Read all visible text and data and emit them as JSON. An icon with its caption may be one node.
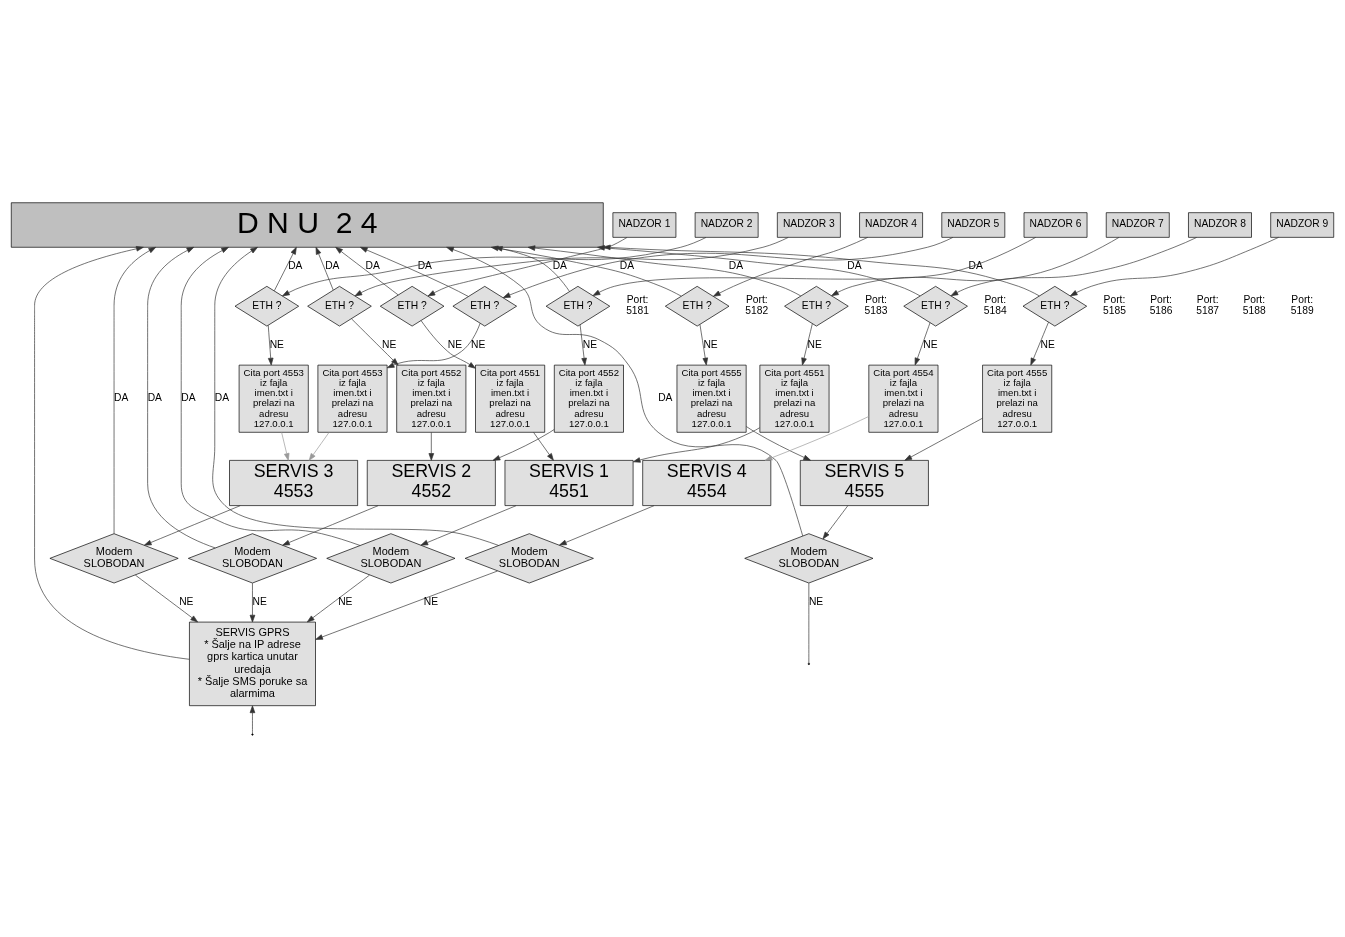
{
  "diagram": {
    "nodes": [
      {
        "text": [
          "D N U  2 4"
        ]
      },
      {
        "text": [
          "NADZOR 1"
        ]
      },
      {
        "text": [
          "NADZOR 2"
        ]
      },
      {
        "text": [
          "NADZOR 3"
        ]
      },
      {
        "text": [
          "NADZOR 4"
        ]
      },
      {
        "text": [
          "NADZOR 5"
        ]
      },
      {
        "text": [
          "NADZOR 6"
        ]
      },
      {
        "text": [
          "NADZOR 7"
        ]
      },
      {
        "text": [
          "NADZOR 8"
        ]
      },
      {
        "text": [
          "NADZOR 9"
        ]
      },
      {
        "text": [
          "ETH ?"
        ]
      },
      {
        "text": [
          "ETH ?"
        ]
      },
      {
        "text": [
          "ETH ?"
        ]
      },
      {
        "text": [
          "ETH ?"
        ]
      },
      {
        "text": [
          "ETH ?"
        ]
      },
      {
        "text": [
          "ETH ?"
        ]
      },
      {
        "text": [
          "ETH ?"
        ]
      },
      {
        "text": [
          "ETH ?"
        ]
      },
      {
        "text": [
          "ETH ?"
        ]
      },
      {
        "text": [
          "Cita port 4551 iz fajla imen.txt i prelazi na adresu 127.0.0.1"
        ]
      },
      {
        "text": [
          "Cita port 4553 iz fajla imen.txt i prelazi na adresu 127.0.0.1"
        ]
      },
      {
        "text": [
          "Cita port 4552 iz fajla imen.txt i prelazi na adresu 127.0.0.1"
        ]
      },
      {
        "text": [
          "Cita port 4555 iz fajla imen.txt i prelazi na adresu 127.0.0.1"
        ]
      },
      {
        "text": [
          "Cita port 4553 iz fajla imen.txt i prelazi na adresu 127.0.0.1"
        ]
      },
      {
        "text": [
          "Cita port 4552 iz fajla imen.txt i prelazi na adresu 127.0.0.1"
        ]
      },
      {
        "text": [
          "Cita port 4551 iz fajla imen.txt i prelazi na adresu 127.0.0.1"
        ]
      },
      {
        "text": [
          "Cita port 4554 iz fajla imen.txt i prelazi na adresu 127.0.0.1"
        ]
      },
      {
        "text": [
          "Cita port 4555 iz fajla imen.txt i prelazi na adresu 127.0.0.1"
        ]
      },
      {
        "text": [
          "SERVIS 1 4551"
        ]
      },
      {
        "text": [
          "SERVIS 2 4552"
        ]
      },
      {
        "text": [
          "SERVIS 3 4553"
        ]
      },
      {
        "text": [
          "SERVIS 4 4554"
        ]
      },
      {
        "text": [
          "SERVIS 5 4555"
        ]
      },
      {
        "text": [
          "Modem SLOBODAN"
        ]
      },
      {
        "text": [
          "Modem SLOBODAN"
        ]
      },
      {
        "text": [
          "Modem SLOBODAN"
        ]
      },
      {
        "text": [
          "Modem SLOBODAN"
        ]
      },
      {
        "text": [
          "Modem SLOBODAN"
        ]
      },
      {
        "text": [
          "SERVIS GPRS",
          "* Šalje na IP adrese gprs kartica unutar uredaja",
          "* Šalje SMS poruke sa alarmima"
        ]
      }
    ],
    "edges": [
      {
        "from": 1,
        "to": 10,
        "arrow": "to"
      },
      {
        "from": 2,
        "to": 11,
        "arrow": "to"
      },
      {
        "from": 3,
        "to": 12,
        "arrow": "to"
      },
      {
        "from": 4,
        "to": 13,
        "arrow": "to"
      },
      {
        "from": 5,
        "to": 14,
        "arrow": "to"
      },
      {
        "from": 6,
        "to": 15,
        "arrow": "to"
      },
      {
        "from": 7,
        "to": 16,
        "arrow": "to"
      },
      {
        "from": 8,
        "to": 17,
        "arrow": "to"
      },
      {
        "from": 9,
        "to": 18,
        "arrow": "to"
      },
      {
        "from": 10,
        "to": 0,
        "arrow": "to",
        "label": "DA"
      },
      {
        "from": 11,
        "to": 0,
        "arrow": "to",
        "label": "DA"
      },
      {
        "from": 12,
        "to": 0,
        "arrow": "to",
        "label": "DA"
      },
      {
        "from": 13,
        "to": 0,
        "arrow": "to",
        "label": "DA"
      },
      {
        "from": 14,
        "to": 0,
        "arrow": "to",
        "label": "DA"
      },
      {
        "from": 15,
        "to": 0,
        "arrow": "to",
        "label": "DA"
      },
      {
        "from": 16,
        "to": 0,
        "arrow": "to",
        "label": "DA"
      },
      {
        "from": 17,
        "to": 0,
        "arrow": "to",
        "label": "DA"
      },
      {
        "from": 18,
        "to": 0,
        "arrow": "to",
        "label": "DA"
      },
      {
        "from": 10,
        "to": 19,
        "arrow": "to",
        "label": "NE"
      },
      {
        "from": 11,
        "to": 20,
        "arrow": "to",
        "label": "NE"
      },
      {
        "from": 12,
        "to": 21,
        "arrow": "to",
        "label": "NE"
      },
      {
        "from": 13,
        "to": 22,
        "arrow": "to",
        "label": "NE"
      },
      {
        "from": 14,
        "to": 23,
        "arrow": "to",
        "label": "NE"
      },
      {
        "from": 15,
        "to": 24,
        "arrow": "to",
        "label": "NE"
      },
      {
        "from": 16,
        "to": 25,
        "arrow": "to",
        "label": "NE"
      },
      {
        "from": 17,
        "to": 26,
        "arrow": "to",
        "label": "NE"
      },
      {
        "from": 18,
        "to": 27,
        "arrow": "to",
        "label": "NE"
      },
      {
        "from": 19,
        "to": 28,
        "arrow": "to"
      },
      {
        "from": 20,
        "to": 30,
        "arrow": "to",
        "color": "#999999"
      },
      {
        "from": 21,
        "to": 29,
        "arrow": "to"
      },
      {
        "from": 22,
        "to": 32,
        "arrow": "to"
      },
      {
        "from": 23,
        "to": 30,
        "arrow": "to",
        "color": "#999999"
      },
      {
        "from": 24,
        "to": 29,
        "arrow": "to"
      },
      {
        "from": 25,
        "to": 28,
        "arrow": "to"
      },
      {
        "from": 26,
        "to": 31,
        "arrow": "to",
        "color": "#999999"
      },
      {
        "from": 27,
        "to": 32,
        "arrow": "to"
      },
      {
        "from": 28,
        "to": 33,
        "arrow": "to"
      },
      {
        "from": 29,
        "to": 34,
        "arrow": "to"
      },
      {
        "from": 30,
        "to": 35,
        "arrow": "to"
      },
      {
        "from": 31,
        "to": 36,
        "arrow": "to"
      },
      {
        "from": 32,
        "to": 37,
        "arrow": "to"
      },
      {
        "from": 33,
        "to": 0,
        "arrow": "to",
        "label": "DA"
      },
      {
        "from": 34,
        "to": 0,
        "arrow": "to",
        "label": "DA"
      },
      {
        "from": 35,
        "to": 0,
        "arrow": "to",
        "label": "DA"
      },
      {
        "from": 36,
        "to": 0,
        "arrow": "to",
        "label": "DA"
      },
      {
        "from": 37,
        "to": 0,
        "arrow": "to",
        "label": "DA"
      },
      {
        "from": 33,
        "to": 38,
        "arrow": "to",
        "label": "NE"
      },
      {
        "from": 34,
        "to": 38,
        "arrow": "to",
        "label": "NE"
      },
      {
        "from": 35,
        "to": 38,
        "arrow": "to",
        "label": "NE"
      },
      {
        "from": 36,
        "to": 38,
        "arrow": "to",
        "label": "NE"
      },
      {
        "from": 37,
        "to": null,
        "arrow": "none",
        "label": "NE"
      },
      {
        "from": 38,
        "to": 0,
        "arrow": "to"
      },
      {
        "from": null,
        "to": 38,
        "arrow": "to"
      }
    ],
    "labels": [
      "Port: 5181",
      "Port: 5182",
      "Port: 5183",
      "Port: 5184",
      "Port: 5185",
      "Port: 5186",
      "Port: 5187",
      "Port: 5188",
      "Port: 5189"
    ]
  }
}
